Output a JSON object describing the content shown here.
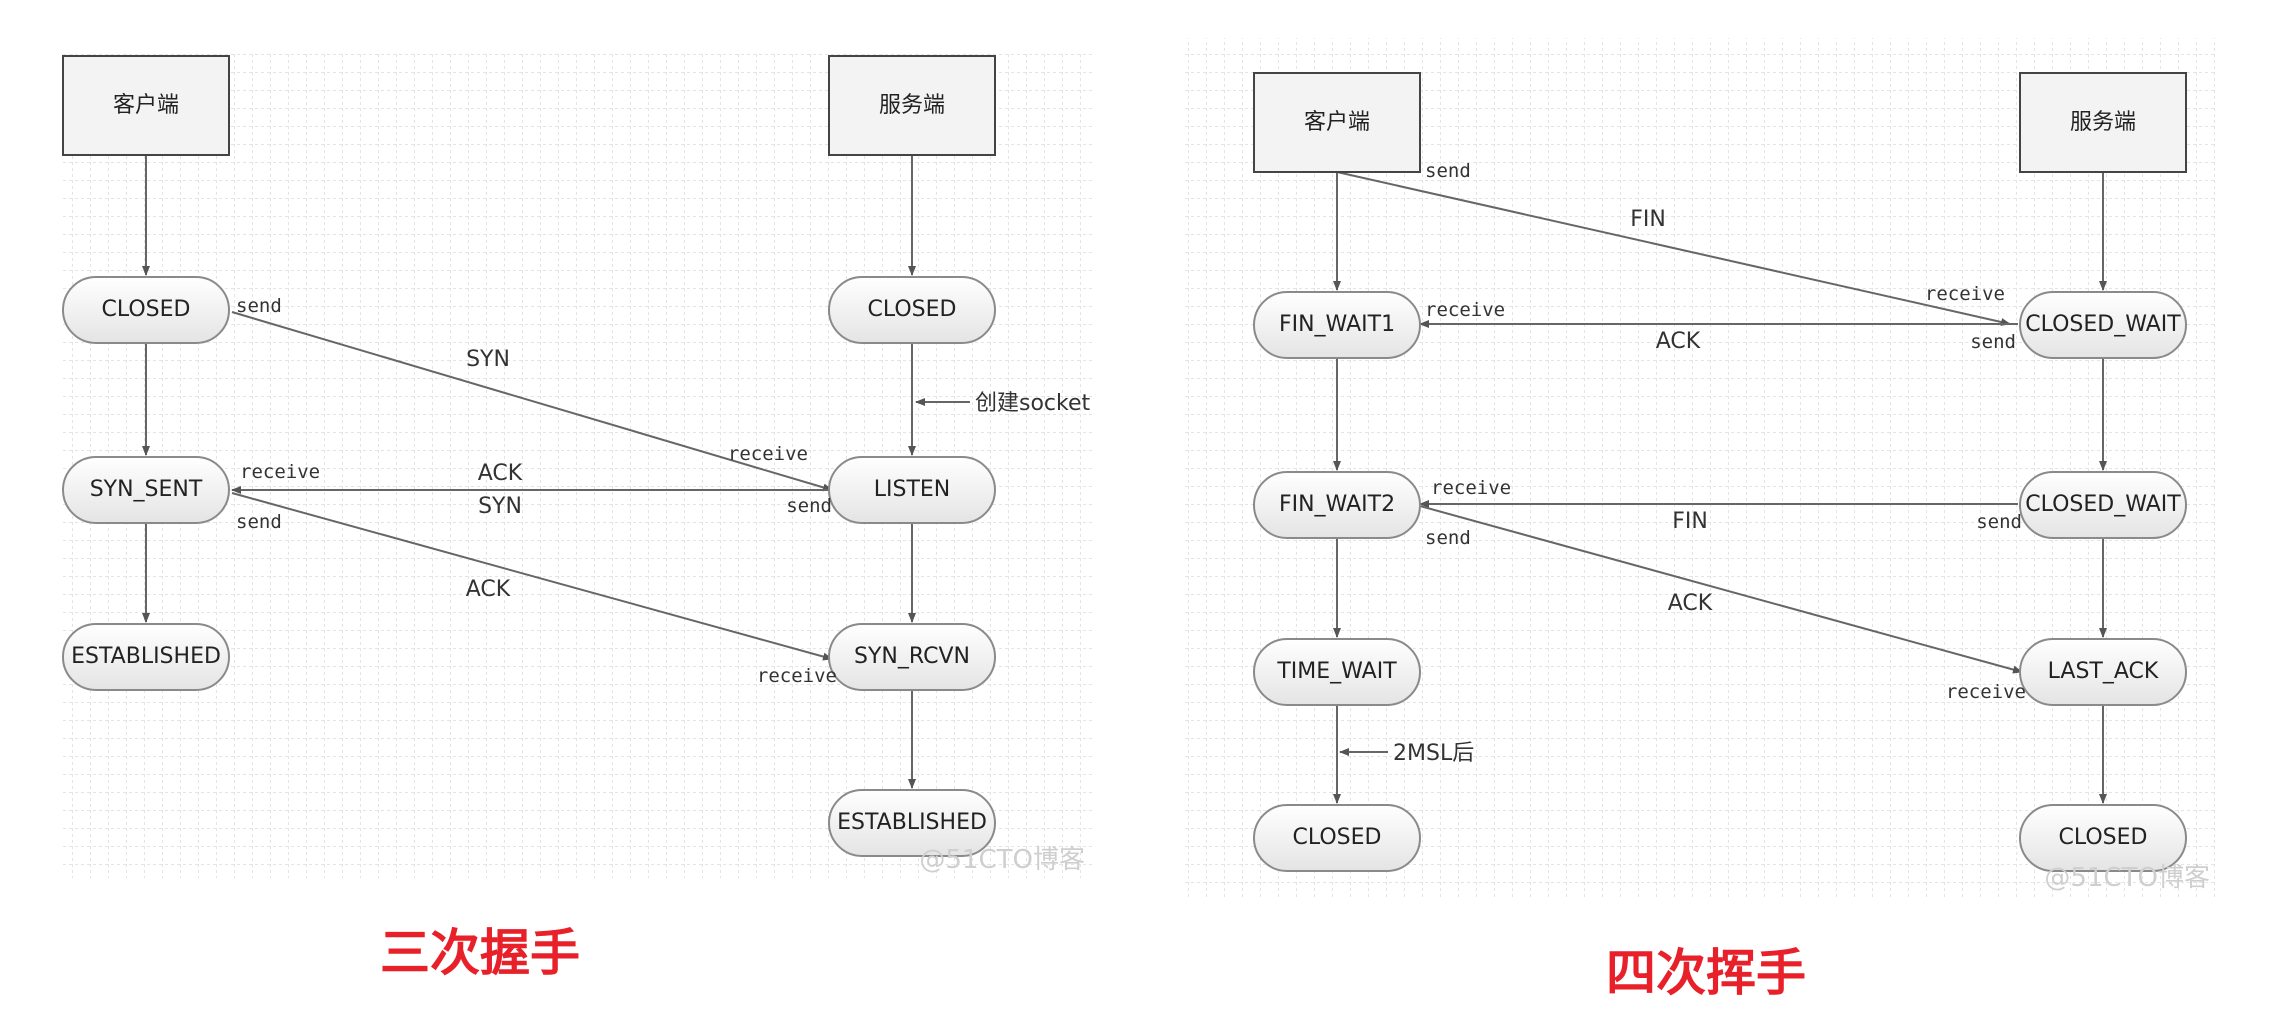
{
  "panels": [
    {
      "id": "three-way-handshake",
      "caption": "三次握手",
      "watermark": "@51CTO博客",
      "client_title": "客户端",
      "server_title": "服务端",
      "client_states": [
        "CLOSED",
        "SYN_SENT",
        "ESTABLISHED"
      ],
      "server_states": [
        "CLOSED",
        "LISTEN",
        "SYN_RCVN",
        "ESTABLISHED"
      ],
      "side_note": "创建socket",
      "messages": [
        {
          "label": "SYN",
          "from": "client",
          "from_state": "CLOSED",
          "to_state": "LISTEN",
          "sender_note": "send",
          "receiver_note": "receive"
        },
        {
          "label": "ACK\nSYN",
          "from": "server",
          "from_state": "LISTEN",
          "to_state": "SYN_SENT",
          "sender_note": "send",
          "receiver_note": "receive"
        },
        {
          "label": "ACK",
          "from": "client",
          "from_state": "SYN_SENT",
          "to_state": "SYN_RCVN",
          "sender_note": "send",
          "receiver_note": "receive"
        }
      ]
    },
    {
      "id": "four-way-wave",
      "caption": "四次挥手",
      "watermark": "@51CTO博客",
      "client_title": "客户端",
      "server_title": "服务端",
      "client_states": [
        "FIN_WAIT1",
        "FIN_WAIT2",
        "TIME_WAIT",
        "CLOSED"
      ],
      "server_states": [
        "CLOSED_WAIT",
        "CLOSED_WAIT",
        "LAST_ACK",
        "CLOSED"
      ],
      "side_note": "2MSL后",
      "messages": [
        {
          "label": "FIN",
          "from": "client",
          "from_state": "客户端",
          "to_state": "CLOSED_WAIT",
          "sender_note": "send",
          "receiver_note": "receive"
        },
        {
          "label": "ACK",
          "from": "server",
          "from_state": "CLOSED_WAIT",
          "to_state": "FIN_WAIT1",
          "sender_note": "send",
          "receiver_note": "receive"
        },
        {
          "label": "FIN",
          "from": "server",
          "from_state": "CLOSED_WAIT",
          "to_state": "FIN_WAIT2",
          "sender_note": "send",
          "receiver_note": "receive"
        },
        {
          "label": "ACK",
          "from": "client",
          "from_state": "FIN_WAIT2",
          "to_state": "LAST_ACK",
          "sender_note": "send",
          "receiver_note": "receive"
        }
      ]
    }
  ]
}
